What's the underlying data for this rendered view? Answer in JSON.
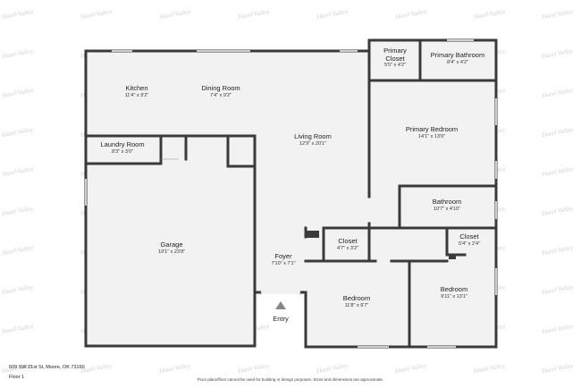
{
  "watermark": "Hazel Valley",
  "rooms": [
    {
      "id": "kitchen",
      "name": "Kitchen",
      "dims": "11'4\" x 9'2\""
    },
    {
      "id": "dining-room",
      "name": "Dining Room",
      "dims": "7'4\" x 9'2\""
    },
    {
      "id": "living-room",
      "name": "Living Room",
      "dims": "12'9\" x 20'1\""
    },
    {
      "id": "laundry-room",
      "name": "Laundry Room",
      "dims": "8'3\" x 3'0\""
    },
    {
      "id": "garage",
      "name": "Garage",
      "dims": "19'1\" x 23'8\""
    },
    {
      "id": "foyer",
      "name": "Foyer",
      "dims": "7'10\" x 7'1\""
    },
    {
      "id": "primary-closet",
      "name": "Primary Closet",
      "dims": "5'5\" x 4'2\""
    },
    {
      "id": "primary-bathroom",
      "name": "Primary Bathroom",
      "dims": "8'4\" x 4'2\""
    },
    {
      "id": "primary-bedroom",
      "name": "Primary Bedroom",
      "dims": "14'1\" x 13'0\""
    },
    {
      "id": "bathroom",
      "name": "Bathroom",
      "dims": "10'7\" x 4'10\""
    },
    {
      "id": "closet-hall",
      "name": "Closet",
      "dims": "4'7\" x 3'2\""
    },
    {
      "id": "closet-bedroom",
      "name": "Closet",
      "dims": "5'4\" x 2'4\""
    },
    {
      "id": "bedroom-1",
      "name": "Bedroom",
      "dims": "11'8\" x 9'7\""
    },
    {
      "id": "bedroom-2",
      "name": "Bedroom",
      "dims": "9'11\" x 13'1\""
    }
  ],
  "entry_label": "Entry",
  "footer": {
    "address": "609 SW 21st St, Moore, OK 73160",
    "floor": "Floor 1",
    "disclaimer": "Floor plans/floor cannot be used for building or design purposes. Sizes and dimensions are approximate."
  },
  "colors": {
    "wall": "#3a3a3a",
    "floor": "#f2f2f2",
    "window": "#ffffff"
  }
}
